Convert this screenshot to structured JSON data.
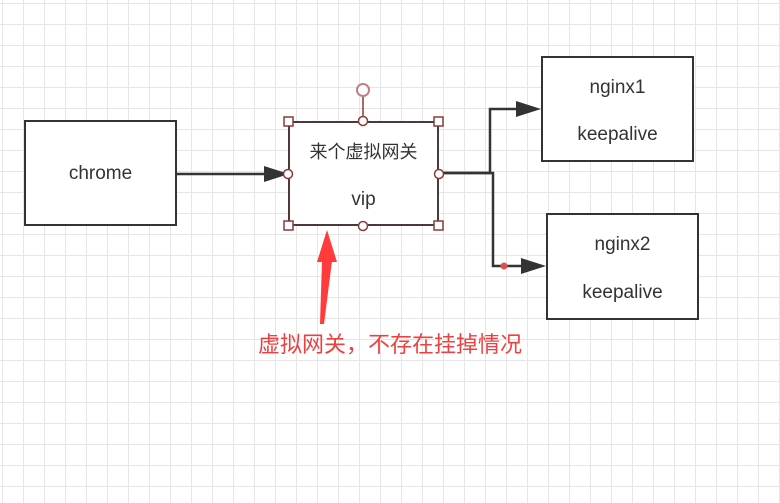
{
  "diagram": {
    "nodes": {
      "chrome": {
        "label": "chrome"
      },
      "gateway": {
        "line1": "来个虚拟网关",
        "line2": "vip"
      },
      "nginx1": {
        "line1": "nginx1",
        "line2": "keepalive"
      },
      "nginx2": {
        "line1": "nginx2",
        "line2": "keepalive"
      }
    },
    "annotation": {
      "text": "虚拟网关，不存在挂掉情况"
    },
    "edges": [
      {
        "from": "chrome",
        "to": "gateway"
      },
      {
        "from": "gateway",
        "to": "nginx1"
      },
      {
        "from": "gateway",
        "to": "nginx2"
      }
    ],
    "colors": {
      "line": "#333333",
      "box_border": "#333333",
      "selection_handle": "#8b3a3a",
      "annotation": "#ee4040",
      "grid": "#e6e6e6"
    }
  }
}
